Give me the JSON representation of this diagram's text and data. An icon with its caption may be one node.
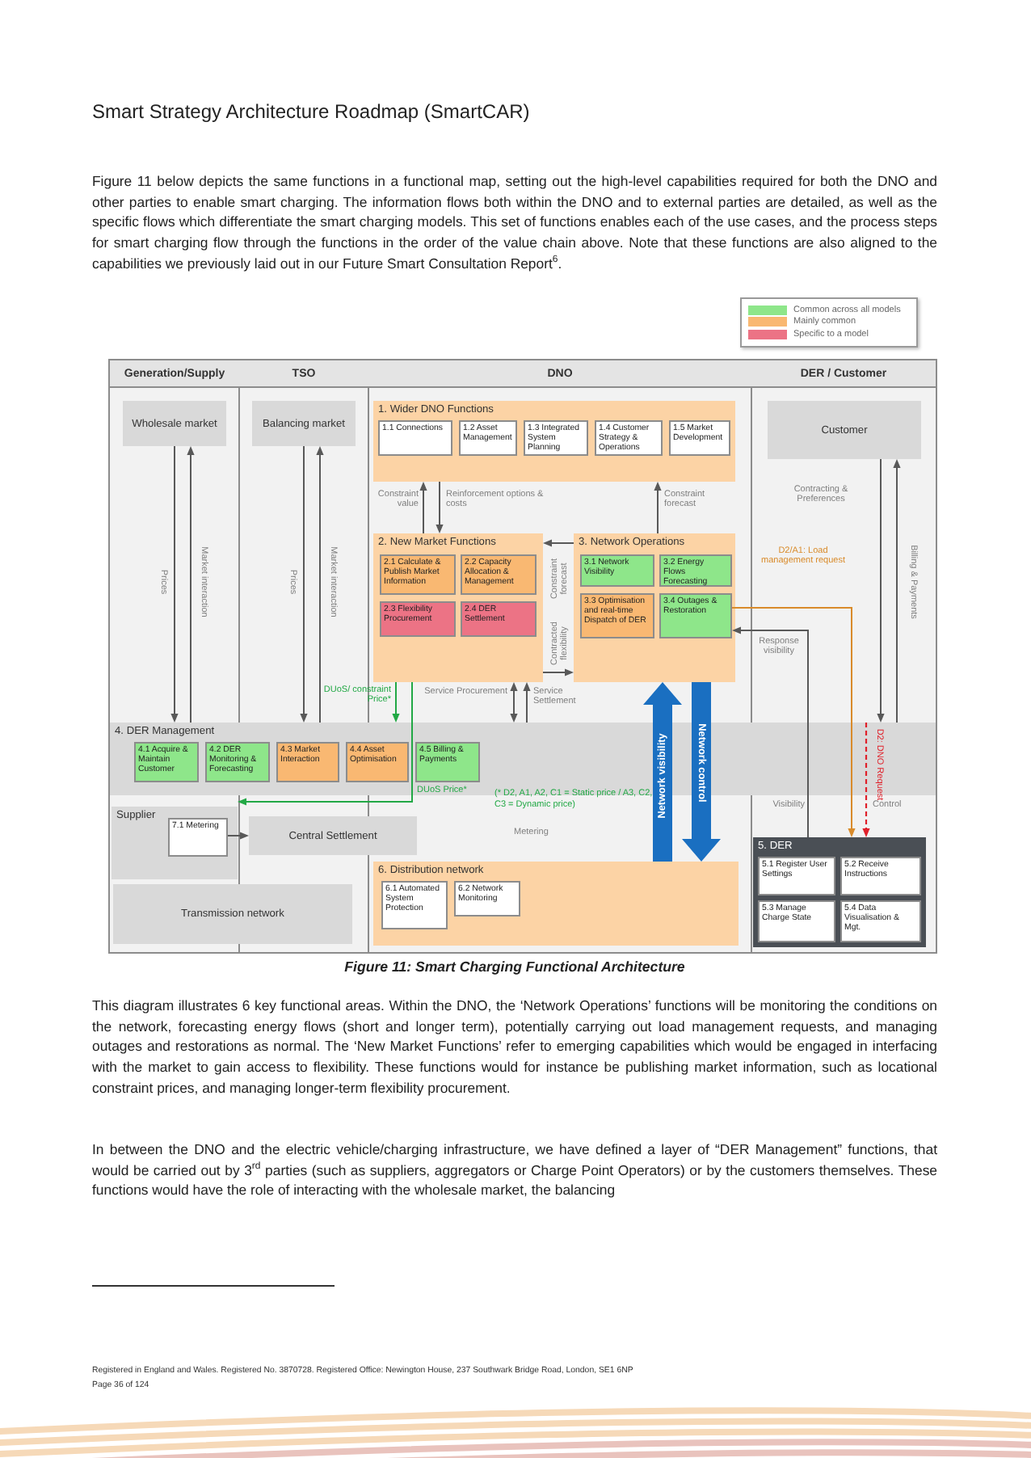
{
  "diagram": {
    "title": "Smart Strategy Architecture Roadmap (SmartCAR)",
    "caption": "Figure 11: Smart Charging Functional Architecture",
    "nodes": [
      {
        "text": [
          "Generation/Supply"
        ]
      },
      {
        "text": [
          "TSO"
        ]
      },
      {
        "text": [
          "DNO"
        ]
      },
      {
        "text": [
          "DER / Customer"
        ]
      },
      {
        "text": [
          "Wholesale market"
        ]
      },
      {
        "text": [
          "Balancing market"
        ]
      },
      {
        "text": [
          "Customer"
        ]
      },
      {
        "text": [
          "1. Wider DNO Functions"
        ]
      },
      {
        "text": [
          "1.1 Connections"
        ],
        "in": 7
      },
      {
        "text": [
          "1.2 Asset Management"
        ],
        "in": 7
      },
      {
        "text": [
          "1.3 Integrated System Planning"
        ],
        "in": 7
      },
      {
        "text": [
          "1.4 Customer Strategy & Operations"
        ],
        "in": 7
      },
      {
        "text": [
          "1.5 Market Development"
        ],
        "in": 7
      },
      {
        "text": [
          "2. New Market Functions"
        ]
      },
      {
        "text": [
          "2.1 Calculate & Publish Market Information"
        ],
        "in": 13
      },
      {
        "text": [
          "2.2 Capacity Allocation & Management"
        ],
        "in": 13
      },
      {
        "text": [
          "2.3 Flexibility Procurement"
        ],
        "in": 13
      },
      {
        "text": [
          "2.4 DER Settlement"
        ],
        "in": 13
      },
      {
        "text": [
          "3. Network Operations"
        ]
      },
      {
        "text": [
          "3.1 Network Visibility"
        ],
        "in": 18
      },
      {
        "text": [
          "3.2 Energy Flows Forecasting"
        ],
        "in": 18
      },
      {
        "text": [
          "3.3 Optimisation and real-time Dispatch of DER"
        ],
        "in": 18
      },
      {
        "text": [
          "3.4 Outages & Restoration"
        ],
        "in": 18
      },
      {
        "text": [
          "4. DER Management"
        ]
      },
      {
        "text": [
          "4.1 Acquire & Maintain Customer"
        ],
        "in": 23
      },
      {
        "text": [
          "4.2 DER Monitoring & Forecasting"
        ],
        "in": 23
      },
      {
        "text": [
          "4.3 Market Interaction"
        ],
        "in": 23
      },
      {
        "text": [
          "4.4 Asset Optimisation"
        ],
        "in": 23
      },
      {
        "text": [
          "4.5 Billing & Payments"
        ],
        "in": 23
      },
      {
        "text": [
          "Supplier"
        ]
      },
      {
        "text": [
          "7.1 Metering"
        ],
        "in": 29
      },
      {
        "text": [
          "Central Settlement"
        ]
      },
      {
        "text": [
          "Transmission network"
        ]
      },
      {
        "text": [
          "6. Distribution network"
        ]
      },
      {
        "text": [
          "6.1 Automated System Protection"
        ],
        "in": 33
      },
      {
        "text": [
          "6.2 Network Monitoring"
        ],
        "in": 33
      },
      {
        "text": [
          "5. DER"
        ]
      },
      {
        "text": [
          "5.1 Register User Settings"
        ],
        "in": 36
      },
      {
        "text": [
          "5.2 Receive Instructions"
        ],
        "in": 36
      },
      {
        "text": [
          "5.3 Manage Charge State"
        ],
        "in": 36
      },
      {
        "text": [
          "5.4 Data Visualisation & Mgt."
        ],
        "in": 36
      }
    ],
    "edges": [
      {
        "from": 4,
        "to": 23,
        "arrow": "to",
        "label": "Prices"
      },
      {
        "from": 23,
        "to": 4,
        "arrow": "to",
        "label": "Market interaction"
      },
      {
        "from": 5,
        "to": 23,
        "arrow": "to",
        "label": "Prices"
      },
      {
        "from": 23,
        "to": 5,
        "arrow": "to",
        "label": "Market interaction"
      },
      {
        "from": 13,
        "to": 7,
        "arrow": "to",
        "label": "Constraint value"
      },
      {
        "from": 7,
        "to": 13,
        "arrow": "to",
        "label": "Reinforcement options & costs"
      },
      {
        "from": 18,
        "to": 7,
        "arrow": "to",
        "label": "Constraint forecast"
      },
      {
        "from": 18,
        "to": 13,
        "arrow": "to",
        "label": "Constraint forecast"
      },
      {
        "from": 13,
        "to": 18,
        "arrow": "to",
        "label": "Contracted flexibility"
      },
      {
        "from": 13,
        "to": 23,
        "arrow": "to",
        "label": "DUoS/ constraint Price*",
        "color": "#22a845"
      },
      {
        "from": 13,
        "to": 29,
        "arrow": "to",
        "label": "DUoS Price*",
        "color": "#22a845"
      },
      {
        "from": 13,
        "to": 23,
        "arrow": "both",
        "label": "Service Procurement"
      },
      {
        "from": 23,
        "to": 13,
        "arrow": "to",
        "label": "Service Settlement"
      },
      {
        "from": 33,
        "to": 18,
        "arrow": "to",
        "label": "Network visibility",
        "style": "thick",
        "color": "#1a6fc1"
      },
      {
        "from": 18,
        "to": 33,
        "arrow": "to",
        "label": "Network control",
        "style": "thick",
        "color": "#1a6fc1"
      },
      {
        "from": 6,
        "to": 23,
        "arrow": "to",
        "label": "Contracting & Preferences"
      },
      {
        "from": 23,
        "to": 6,
        "arrow": "to",
        "label": "Billing & Payments"
      },
      {
        "from": 22,
        "to": 36,
        "arrow": "to",
        "label": "D2/A1: Load management request",
        "color": "#d98b2b"
      },
      {
        "from": 23,
        "to": 36,
        "arrow": "to",
        "label": "D2: DNO Request",
        "style": "dashed",
        "color": "#e0202a"
      },
      {
        "from": 36,
        "to": 22,
        "arrow": "to",
        "label": "Response visibility"
      },
      {
        "from": 30,
        "to": 31,
        "arrow": "to"
      }
    ],
    "labels": [
      "Figure 11 below depicts the same functions in a functional map, setting out the high-level capabilities required for both the DNO and other parties to enable smart charging. The information flows both within the DNO and to external parties are detailed, as well as the specific flows which differentiate the smart charging models. This set of functions enables each of the use cases, and the process steps for smart charging flow through the functions in the order of the value chain above. Note that these functions are also aligned to the capabilities we previously laid out in our Future Smart Consultation Report$^{6}$.",
      "(* D2, A1, A2, C1 = Static price / A3, C2, C3 = Dynamic price)",
      "Visibility",
      "Control",
      "Metering",
      "This diagram illustrates 6 key functional areas. Within the DNO, the ‘Network Operations’ functions will be monitoring the conditions on the network, forecasting energy flows (short and longer term), potentially carrying out load management requests, and managing outages and restorations as normal. The ‘New Market Functions’ refer to emerging capabilities which would be engaged in interfacing with the market to gain access to flexibility. These functions would for instance be publishing market information, such as locational constraint prices, and managing longer-term flexibility procurement.",
      "In between the DNO and the electric vehicle/charging infrastructure, we have defined a layer of “DER Management” functions, that would be carried out by 3$^{rd}$ parties (such as suppliers, aggregators or Charge Point Operators) or by the customers themselves. These functions would have the role of interacting with the wholesale market, the balancing",
      "Registered in England and Wales. Registered No. 3870728. Registered Office: Newington House, 237 Southwark Bridge Road, London, SE1 6NP",
      "Page 36 of 124"
    ],
    "legend": [
      {
        "text": "Common across all models",
        "color": "#8ee68a"
      },
      {
        "text": "Mainly common",
        "color": "#f9b872"
      },
      {
        "text": "Specific to a model",
        "color": "#ec7385"
      }
    ]
  }
}
